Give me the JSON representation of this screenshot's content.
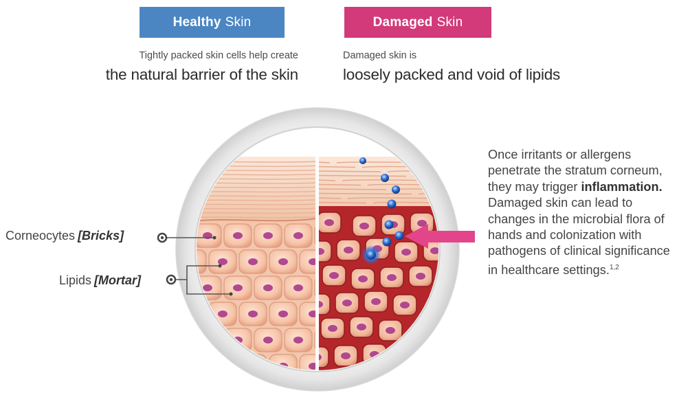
{
  "header": {
    "healthy": {
      "bold": "Healthy",
      "light": "Skin",
      "color": "#4b86c3"
    },
    "damaged": {
      "bold": "Damaged",
      "light": "Skin",
      "color": "#d23a7a"
    }
  },
  "healthy_caption": {
    "line1": "Tightly packed skin cells help create",
    "line2": "the natural barrier of the skin"
  },
  "damaged_caption": {
    "line1": "Damaged skin is",
    "line2": "loosely packed and void of lipids"
  },
  "labels": {
    "corneocytes_text": "Corneocytes",
    "corneocytes_term": "[Bricks]",
    "lipids_text": "Lipids",
    "lipids_term": "[Mortar]"
  },
  "side_text": {
    "part1": "Once irritants or allergens penetrate the stratum corneum, they may trigger",
    "emphasis": "inflammation.",
    "part2": "Damaged skin can lead to changes in the microbial flora of hands and colonization with pathogens of clinical significance  in healthcare settings.",
    "refs": "1,2"
  },
  "colors": {
    "arrow": "#e2458a",
    "cell_fill": "#f6c4a8",
    "nucleus": "#a8388a",
    "particle": "#2f6fd6",
    "inflamed": "#b5262a"
  }
}
